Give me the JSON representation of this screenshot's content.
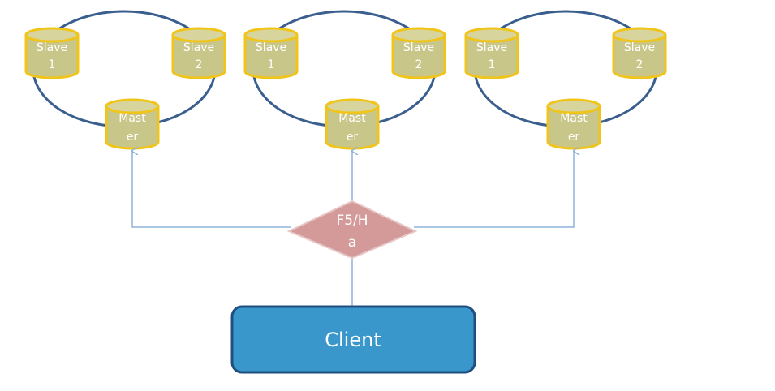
{
  "clusters": [
    {
      "master": {
        "line1": "Mast",
        "line2": "er"
      },
      "slave1": {
        "line1": "Slave",
        "line2": "1"
      },
      "slave2": {
        "line1": "Slave",
        "line2": "2"
      }
    },
    {
      "master": {
        "line1": "Mast",
        "line2": "er"
      },
      "slave1": {
        "line1": "Slave",
        "line2": "1"
      },
      "slave2": {
        "line1": "Slave",
        "line2": "2"
      }
    },
    {
      "master": {
        "line1": "Mast",
        "line2": "er"
      },
      "slave1": {
        "line1": "Slave",
        "line2": "1"
      },
      "slave2": {
        "line1": "Slave",
        "line2": "2"
      }
    }
  ],
  "load_balancer": {
    "line1": "F5/H",
    "line2": "a"
  },
  "client": {
    "label": "Client"
  },
  "colors": {
    "ring": "#3a5f8f",
    "db_fill": "#c9c68a",
    "db_border": "#f0c419",
    "diamond_fill": "#d49a9a",
    "client_fill": "#3a97cc",
    "client_border": "#1f4f80",
    "connector": "#8fb3d9"
  }
}
